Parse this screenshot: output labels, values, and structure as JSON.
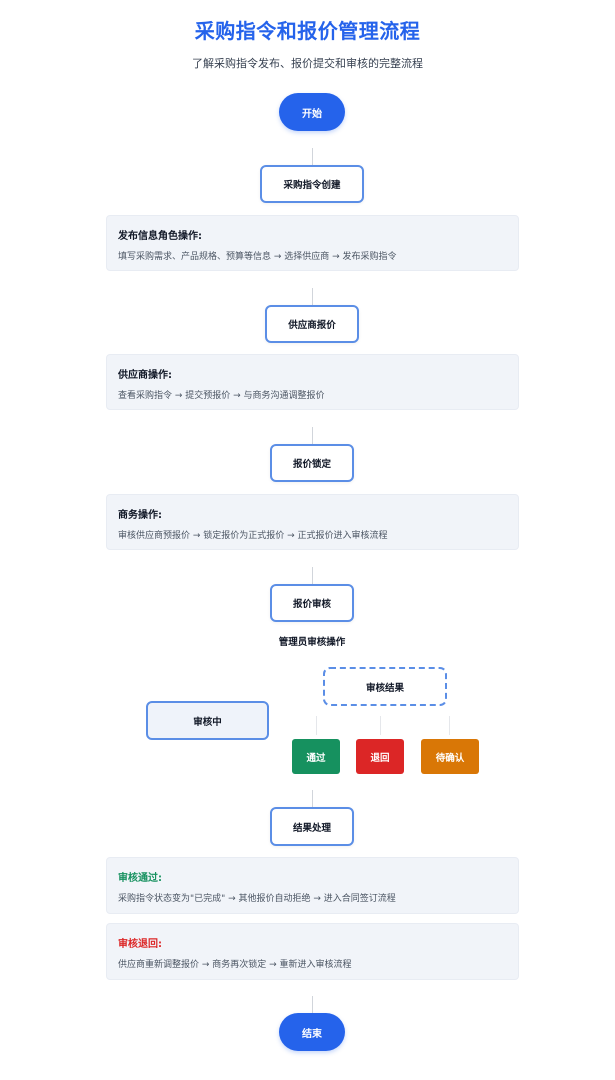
{
  "header": {
    "title": "采购指令和报价管理流程",
    "subtitle": "了解采购指令发布、报价提交和审核的完整流程"
  },
  "colors": {
    "primary": "#2563eb",
    "step_border": "#5b8ee6",
    "card_bg": "#f1f4f9",
    "approve": "#16915f",
    "reject": "#dc2626",
    "pending": "#d97706"
  },
  "flow": {
    "start": "开始",
    "end": "结束",
    "steps": [
      {
        "label": "采购指令创建",
        "card": {
          "title": "发布信息角色操作:",
          "body": "填写采购需求、产品规格、预算等信息 → 选择供应商 → 发布采购指令"
        }
      },
      {
        "label": "供应商报价",
        "card": {
          "title": "供应商操作:",
          "body": "查看采购指令 → 提交预报价 → 与商务沟通调整报价"
        }
      },
      {
        "label": "报价锁定",
        "card": {
          "title": "商务操作:",
          "body": "审核供应商预报价 → 锁定报价为正式报价 → 正式报价进入审核流程"
        }
      },
      {
        "label": "报价审核"
      }
    ],
    "review": {
      "caption": "管理员审核操作",
      "status": "审核中",
      "result_label": "审核结果",
      "results": [
        {
          "label": "通过",
          "color": "#16915f"
        },
        {
          "label": "退回",
          "color": "#dc2626"
        },
        {
          "label": "待确认",
          "color": "#d97706"
        }
      ]
    },
    "result_step": {
      "label": "结果处理",
      "cards": [
        {
          "title": "审核通过:",
          "body": "采购指令状态变为\"已完成\" → 其他报价自动拒绝 → 进入合同签订流程"
        },
        {
          "title": "审核退回:",
          "body": "供应商重新调整报价 → 商务再次锁定 → 重新进入审核流程"
        }
      ]
    }
  }
}
